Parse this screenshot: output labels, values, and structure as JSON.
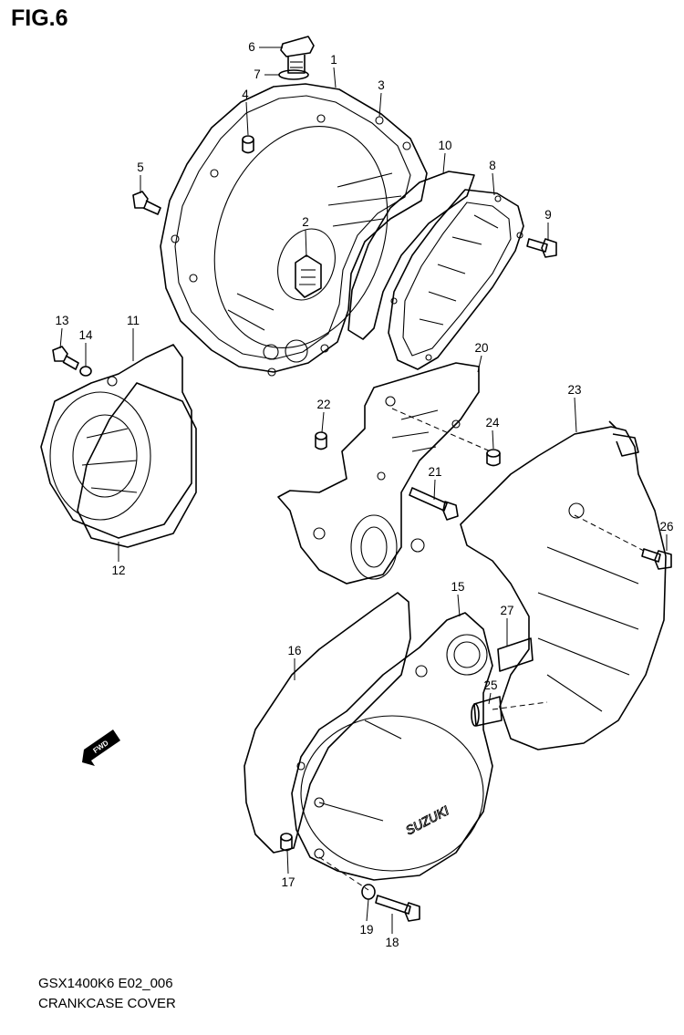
{
  "figure": {
    "title": "FIG.6"
  },
  "caption": {
    "model_code": "GSX1400K6 E02_006",
    "name": "CRANKCASE COVER"
  },
  "direction_marker": {
    "label": "FWD"
  },
  "cover_brand": "SUZUKI",
  "callouts": [
    "1",
    "2",
    "3",
    "4",
    "5",
    "6",
    "7",
    "8",
    "9",
    "10",
    "11",
    "12",
    "13",
    "14",
    "15",
    "16",
    "17",
    "18",
    "19",
    "20",
    "21",
    "22",
    "23",
    "24",
    "25",
    "26",
    "27"
  ]
}
